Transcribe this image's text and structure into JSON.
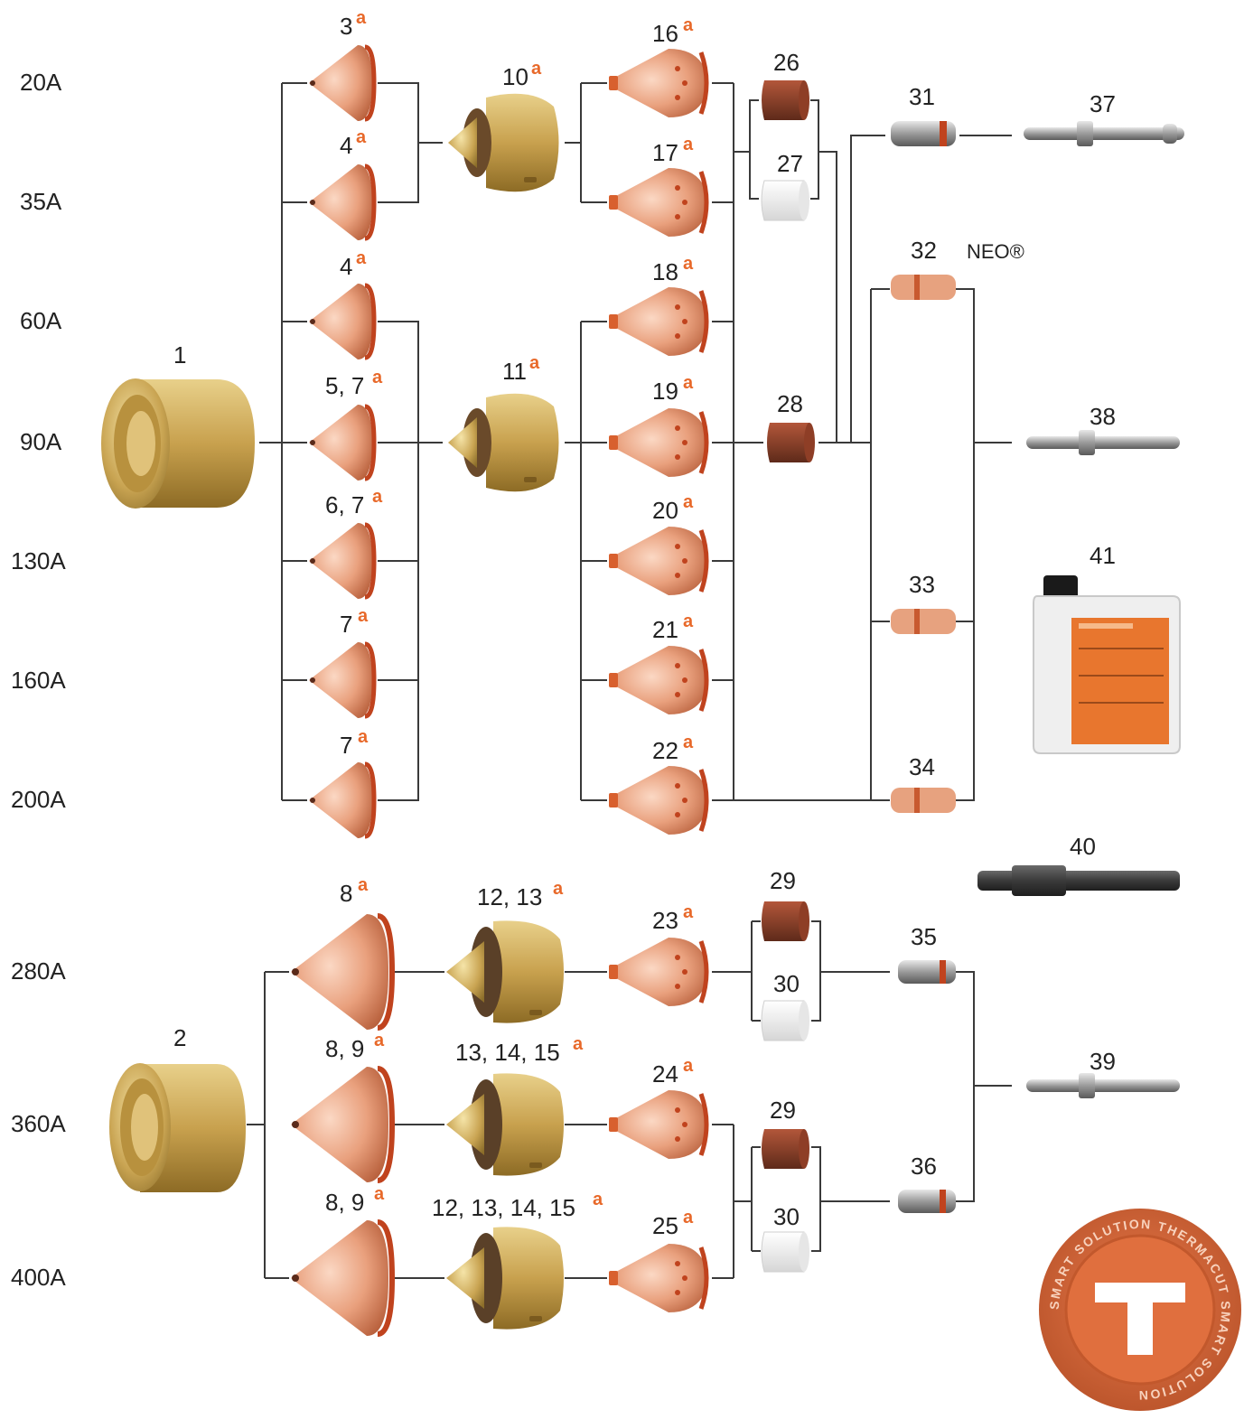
{
  "amperages": [
    "20A",
    "35A",
    "60A",
    "90A",
    "130A",
    "160A",
    "200A",
    "280A",
    "360A",
    "400A"
  ],
  "sup_mark": "a",
  "neo_label": "NEO®",
  "logo_text": "SMART SOLUTION THERMACUT SMART SOLUTION",
  "parts": {
    "p1": {
      "num": "1"
    },
    "p2": {
      "num": "2"
    },
    "p3": {
      "num": "3"
    },
    "p4a": {
      "num": "4"
    },
    "p4b": {
      "num": "4"
    },
    "p57": {
      "num": "5, 7"
    },
    "p67": {
      "num": "6, 7"
    },
    "p7a": {
      "num": "7"
    },
    "p7b": {
      "num": "7"
    },
    "p8": {
      "num": "8"
    },
    "p89a": {
      "num": "8, 9"
    },
    "p89b": {
      "num": "8, 9"
    },
    "p10": {
      "num": "10"
    },
    "p11": {
      "num": "11"
    },
    "p1213": {
      "num": "12, 13"
    },
    "p131415": {
      "num": "13, 14, 15"
    },
    "p12131415": {
      "num": "12, 13, 14, 15"
    },
    "p16": {
      "num": "16"
    },
    "p17": {
      "num": "17"
    },
    "p18": {
      "num": "18"
    },
    "p19": {
      "num": "19"
    },
    "p20": {
      "num": "20"
    },
    "p21": {
      "num": "21"
    },
    "p22": {
      "num": "22"
    },
    "p23": {
      "num": "23"
    },
    "p24": {
      "num": "24"
    },
    "p25": {
      "num": "25"
    },
    "p26": {
      "num": "26"
    },
    "p27": {
      "num": "27"
    },
    "p28": {
      "num": "28"
    },
    "p29a": {
      "num": "29"
    },
    "p30a": {
      "num": "30"
    },
    "p29b": {
      "num": "29"
    },
    "p30b": {
      "num": "30"
    },
    "p31": {
      "num": "31"
    },
    "p32": {
      "num": "32"
    },
    "p33": {
      "num": "33"
    },
    "p34": {
      "num": "34"
    },
    "p35": {
      "num": "35"
    },
    "p36": {
      "num": "36"
    },
    "p37": {
      "num": "37"
    },
    "p38": {
      "num": "38"
    },
    "p39": {
      "num": "39"
    },
    "p40": {
      "num": "40"
    },
    "p41": {
      "num": "41"
    }
  },
  "colors": {
    "accent": "#e8692a",
    "copper": "#e9a07d",
    "brass": "#c9a452",
    "line": "#3a3a3a"
  }
}
